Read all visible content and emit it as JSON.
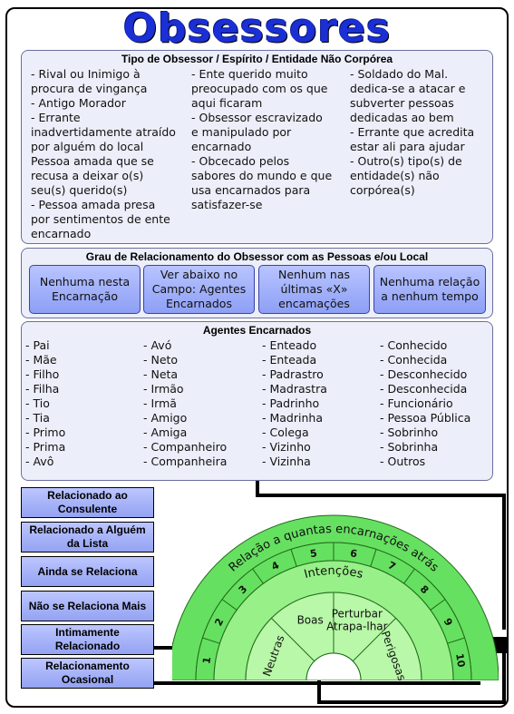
{
  "title": "Obsessores",
  "tipo": {
    "heading": "Tipo de Obsessor / Espírito / Entidade Não Corpórea",
    "col1": [
      "- Rival ou Inimigo à",
      "procura de vingança",
      "- Antigo Morador",
      "- Errante",
      "inadvertidamente atraído",
      "por alguém do local",
      "Pessoa amada que se",
      "recusa a deixar o(s)",
      "seu(s) querido(s)",
      "- Pessoa amada presa",
      "por sentimentos de ente",
      "encarnado"
    ],
    "col2": [
      "- Ente querido muito",
      "preocupado com os que",
      "aqui ficaram",
      "- Obsessor escravizado",
      "e manipulado por",
      "encarnado",
      "- Obcecado pelos",
      "sabores do mundo e que",
      "usa encarnados para",
      "satisfazer-se"
    ],
    "col3": [
      "- Soldado do Mal.",
      "dedica-se a atacar e",
      "subverter pessoas",
      "dedicadas ao bem",
      "- Errante que acredita",
      "estar ali para ajudar",
      "- Outro(s) tipo(s) de",
      "entidade(s) não",
      "corpórea(s)"
    ]
  },
  "grau": {
    "heading": "Grau de Relacionamento do Obsessor com as Pessoas e/ou Local",
    "options": [
      "Nenhuma nesta Encarnação",
      "Ver abaixo no Campo: Agentes Encarnados",
      "Nenhum nas últimas «X» encamações",
      "Nenhuma relação a nenhum tempo"
    ]
  },
  "agentes": {
    "heading": "Agentes Encarnados",
    "col1": [
      "- Pai",
      "- Mãe",
      "- Filho",
      "- Filha",
      "- Tio",
      "- Tia",
      "- Primo",
      "- Prima",
      "- Avô"
    ],
    "col2": [
      "- Avó",
      "- Neto",
      "- Neta",
      "- Irmão",
      "- Irmã",
      "- Amigo",
      "- Amiga",
      "- Companheiro",
      "- Companheira"
    ],
    "col3": [
      "- Enteado",
      "- Enteada",
      "- Padrastro",
      "- Madrastra",
      "- Padrinho",
      "- Madrinha",
      "- Colega",
      "- Vizinho",
      "- Vizinha"
    ],
    "col4": [
      "- Conhecido",
      "- Conhecida",
      "- Desconhecido",
      "- Desconhecida",
      "- Funcionário",
      "- Pessoa Pública",
      "- Sobrinho",
      "- Sobrinha",
      "- Outros"
    ]
  },
  "relacionamento": [
    "Relacionado ao Consulente",
    "Relacionado a Alguém da Lista",
    "Ainda se Relaciona",
    "Não se Relaciona Mais",
    "Intimamente Relacionado",
    "Relacionamento Ocasional"
  ],
  "gauge": {
    "outer_label": "Relação a quantas encarnações atrás",
    "numbers": [
      "1",
      "2",
      "3",
      "4",
      "5",
      "6",
      "7",
      "8",
      "9",
      "10"
    ],
    "middle_label": "Intenções",
    "sectors": [
      "Neutras",
      "Boas",
      "Perturbar Atrapa-lhar",
      "Perigosas"
    ],
    "colors": {
      "outer": "#66e060",
      "middle": "#98f088",
      "inner": "#b8f8a8",
      "stroke": "#1f6b1a"
    }
  }
}
